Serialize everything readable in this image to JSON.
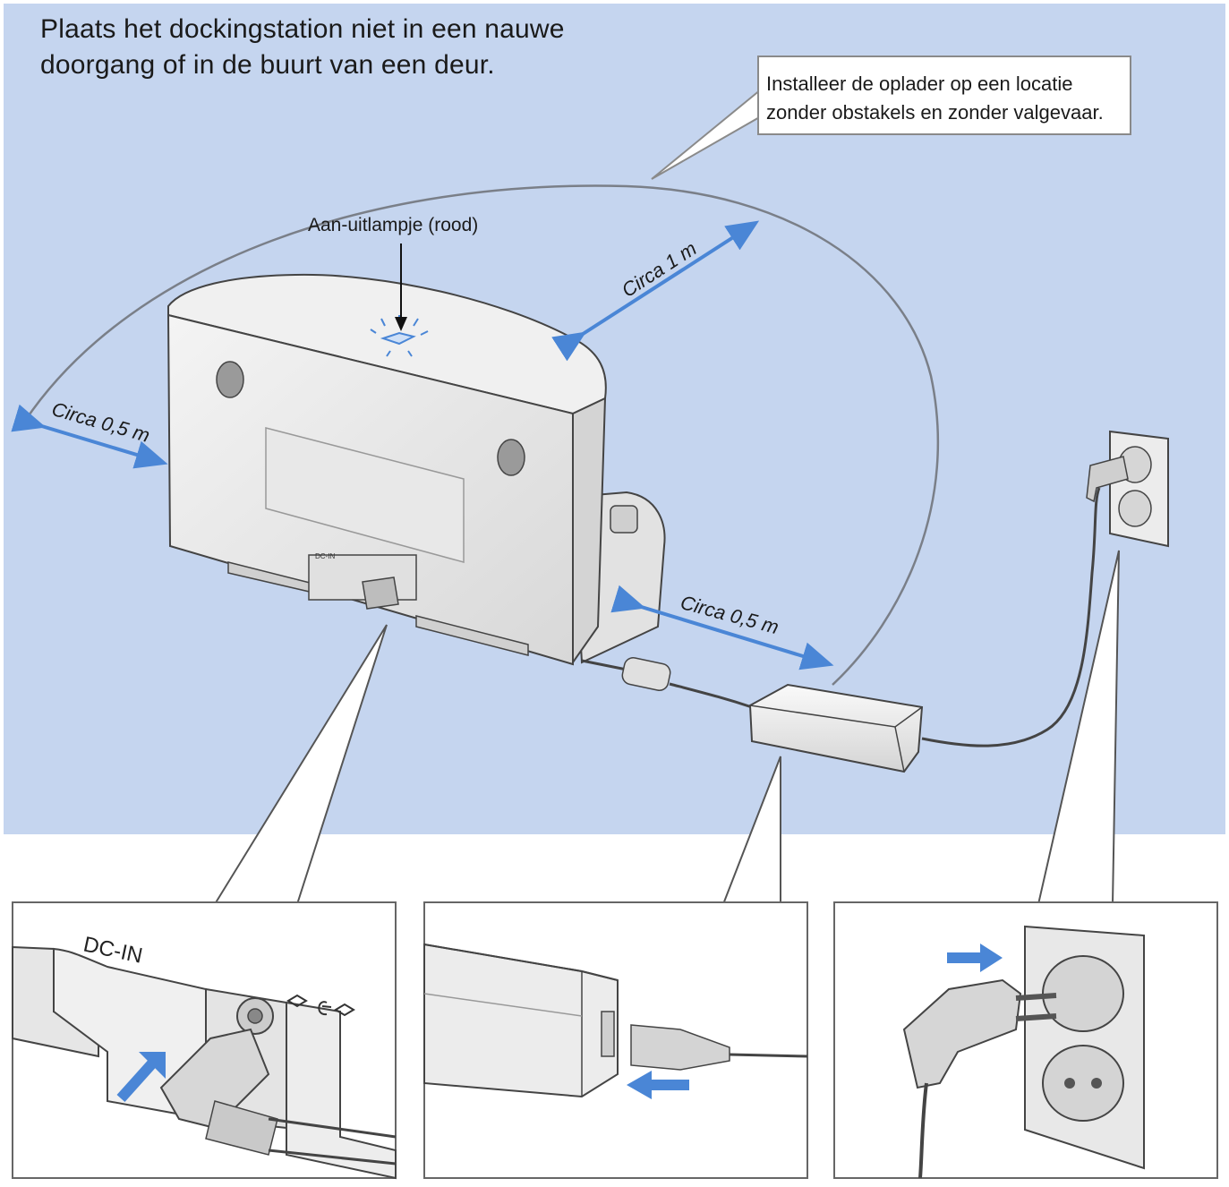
{
  "title": {
    "line1": "Plaats het dockingstation niet in een nauwe",
    "line2": "doorgang of in de buurt van een deur."
  },
  "callout": {
    "line1": "Installeer de oplader op een locatie",
    "line2": "zonder obstakels en zonder valgevaar."
  },
  "lamp_label": "Aan-uitlampje (rood)",
  "distances": {
    "left": "Circa 0,5 m",
    "top": "Circa 1 m",
    "right": "Circa 0,5 m"
  },
  "detail_dc_label": "DC-IN",
  "dock_small_label": "DC-IN",
  "colors": {
    "background_area": "#c5d5ef",
    "arrow_blue": "#4a86d6",
    "outline": "#444444"
  }
}
